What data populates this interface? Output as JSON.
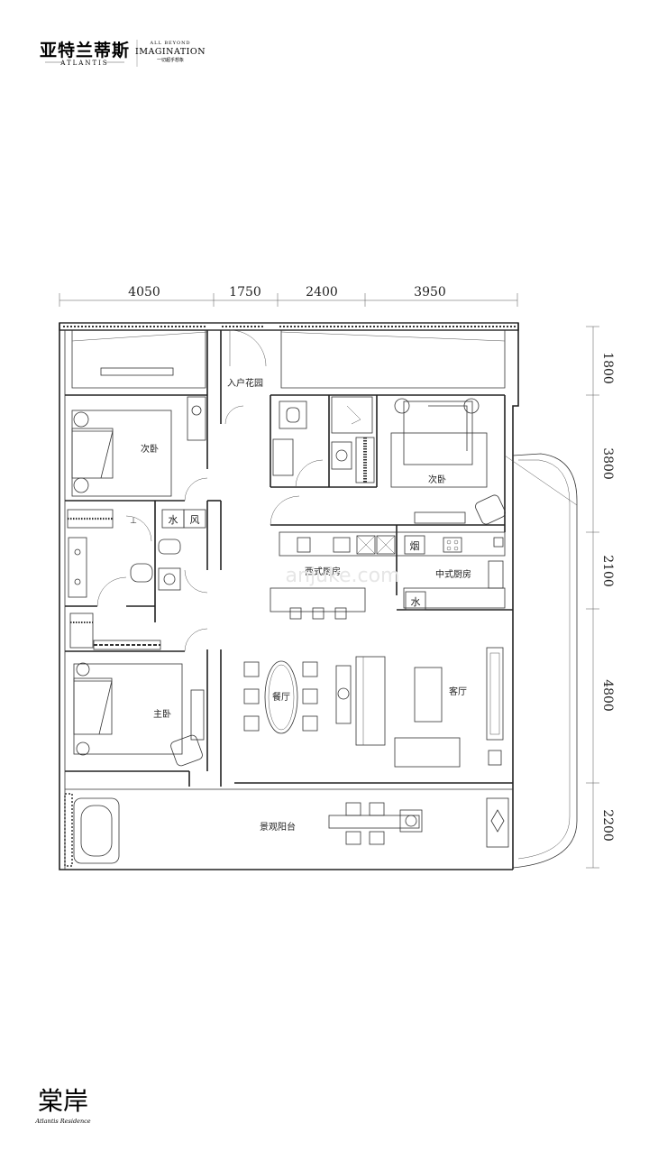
{
  "header": {
    "brand_cn": "亚特兰蒂斯",
    "brand_en": "ATLANTIS",
    "brand2_top": "ALL BEYOND",
    "brand2_main": "IMAGINATION",
    "brand2_sub": "一切超乎想象"
  },
  "dimensions": {
    "top": [
      "4050",
      "1750",
      "2400",
      "3950"
    ],
    "right": [
      "1800",
      "3800",
      "2100",
      "4800",
      "2200"
    ]
  },
  "rooms": {
    "entry_garden": "入户花园",
    "bedroom2_left": "次卧",
    "bedroom2_right": "次卧",
    "western_kitchen": "西式厨房",
    "chinese_kitchen": "中式厨房",
    "dining": "餐厅",
    "living": "客厅",
    "master": "主卧",
    "balcony": "景观阳台"
  },
  "fixtures": {
    "water1": "水",
    "wind": "风",
    "smoke": "烟",
    "water2": "水"
  },
  "footer": {
    "logo_cn": "棠岸",
    "logo_en": "Atlantis Residence"
  },
  "watermark": "anjuke.com"
}
